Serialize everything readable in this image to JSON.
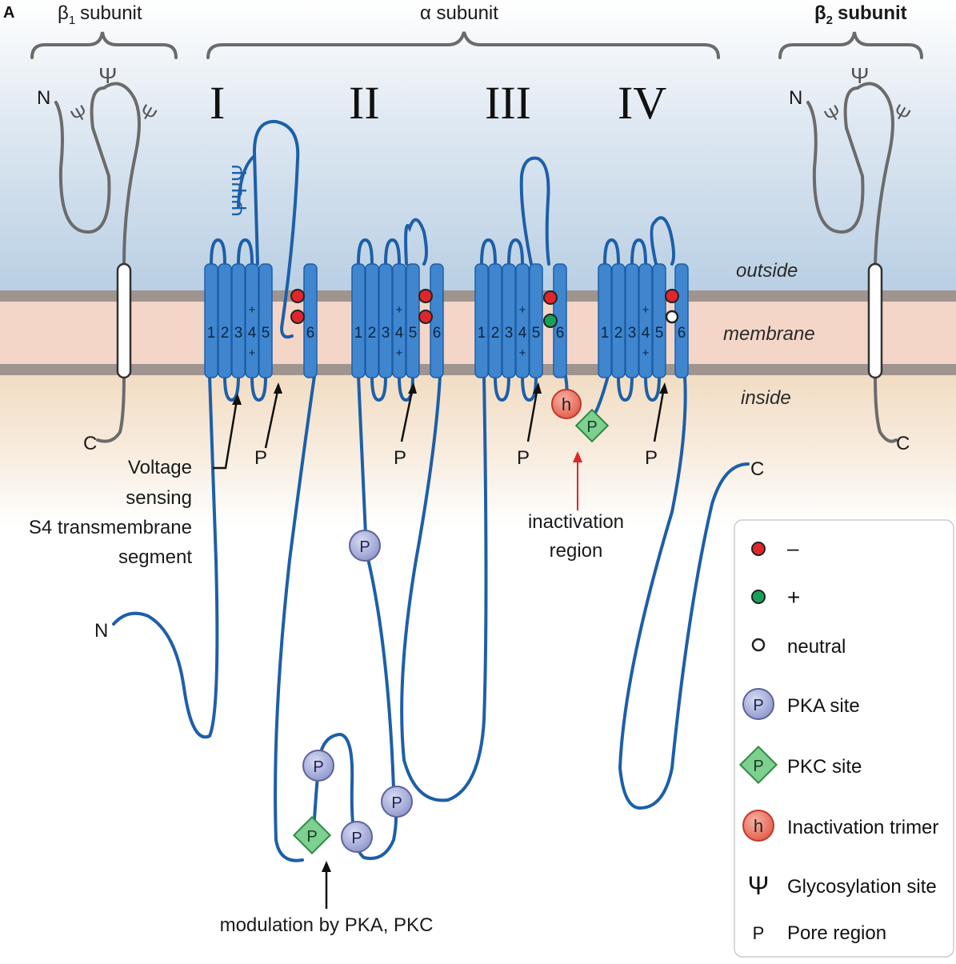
{
  "panel_label": "A",
  "subunits": {
    "beta1": {
      "symbol": "β",
      "sub": "1",
      "word": "subunit"
    },
    "alpha": {
      "text": "α subunit"
    },
    "beta2": {
      "symbol": "β",
      "sub": "2",
      "word": "subunit"
    }
  },
  "domains": [
    "I",
    "II",
    "III",
    "IV"
  ],
  "zones": {
    "outside": "outside",
    "membrane": "membrane",
    "inside": "inside"
  },
  "segments": [
    "1",
    "2",
    "3",
    "4",
    "5",
    "6"
  ],
  "charge_plus": "+",
  "termini": {
    "n": "N",
    "c": "C"
  },
  "pore_label": "P",
  "site_p": "P",
  "trimer_h": "h",
  "glyco_symbol": "Ψ",
  "annotations": {
    "voltage": [
      "Voltage",
      "sensing",
      "S4 transmembrane",
      "segment"
    ],
    "inactivation": [
      "inactivation",
      "region"
    ],
    "modulation": "modulation by PKA, PKC"
  },
  "legend": {
    "items": [
      {
        "key": "negative",
        "label": "–"
      },
      {
        "key": "positive",
        "label": "+"
      },
      {
        "key": "neutral",
        "label": "neutral"
      },
      {
        "key": "pka",
        "label": "PKA site"
      },
      {
        "key": "pkc",
        "label": "PKC site"
      },
      {
        "key": "trimer",
        "label": "Inactivation trimer"
      },
      {
        "key": "glyco",
        "label": "Glycosylation site"
      },
      {
        "key": "pore",
        "label": "Pore region"
      }
    ]
  },
  "colors": {
    "outside_bg": "#c5d7e8",
    "membrane_bg": "#f2d3c4",
    "inside_bg": "#f4e6d4",
    "membrane_line": "#9c918a",
    "chain": "#1d5fa8",
    "helix": "#3f86cf",
    "negative": "#e0262b",
    "positive": "#18a058",
    "pka": "#a9b0dc",
    "pkc": "#7dd08f",
    "trimer": "#ef7a6a"
  }
}
